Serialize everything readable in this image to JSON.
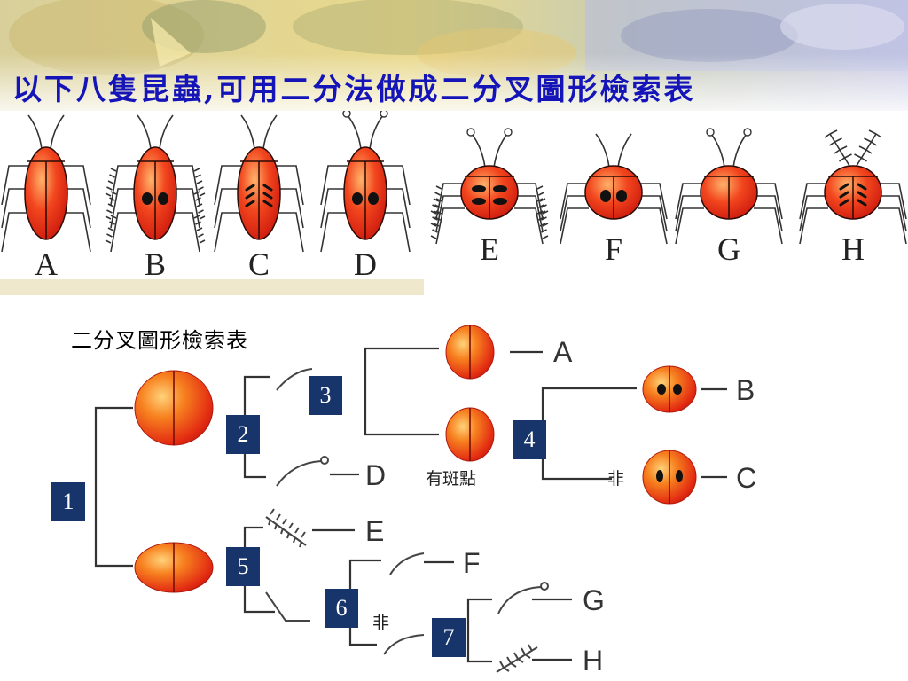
{
  "slide": {
    "title": "以下八隻昆蟲,可用二分法做成二分叉圖形檢索表"
  },
  "insects": [
    {
      "letter": "A",
      "body": "long",
      "spots": "none",
      "legs": "plain",
      "antenna": "plain"
    },
    {
      "letter": "B",
      "body": "long",
      "spots": "two",
      "legs": "hairy",
      "antenna": "plain"
    },
    {
      "letter": "C",
      "body": "long",
      "spots": "stripes",
      "legs": "plain",
      "antenna": "plain"
    },
    {
      "letter": "D",
      "body": "long",
      "spots": "two",
      "legs": "plain",
      "antenna": "knobbed"
    },
    {
      "letter": "E",
      "body": "round",
      "spots": "four",
      "legs": "hairy",
      "antenna": "knobbed"
    },
    {
      "letter": "F",
      "body": "round",
      "spots": "two",
      "legs": "plain",
      "antenna": "plain"
    },
    {
      "letter": "G",
      "body": "round",
      "spots": "none",
      "legs": "plain",
      "antenna": "knobbed"
    },
    {
      "letter": "H",
      "body": "round",
      "spots": "stripes",
      "legs": "plain",
      "antenna": "feathery"
    }
  ],
  "key": {
    "title": "二分叉圖形檢索表",
    "steps": [
      "1",
      "2",
      "3",
      "4",
      "5",
      "6",
      "7"
    ],
    "spotted_label": "有斑點",
    "not_label_4": "非",
    "not_label_6": "非",
    "leaves": [
      "A",
      "B",
      "C",
      "D",
      "E",
      "F",
      "G",
      "H"
    ]
  },
  "colors": {
    "title": "#1414b8",
    "step_box": "#17356b",
    "body": "#e8261a",
    "body_highlight": "#ffb36a"
  }
}
